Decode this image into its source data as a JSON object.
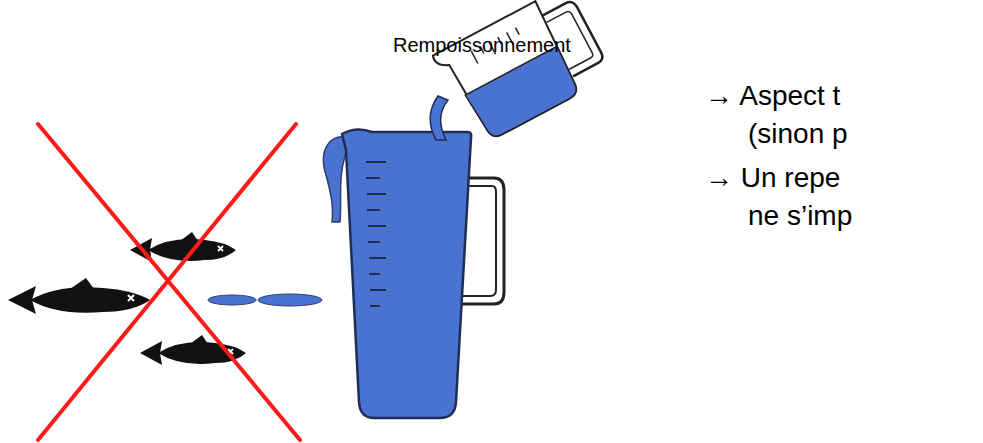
{
  "diagram": {
    "labels": [
      "Rempoissonnement",
      "→ Aspect t",
      "(sinon p",
      "→ Un repe",
      "ne s’imp"
    ]
  }
}
